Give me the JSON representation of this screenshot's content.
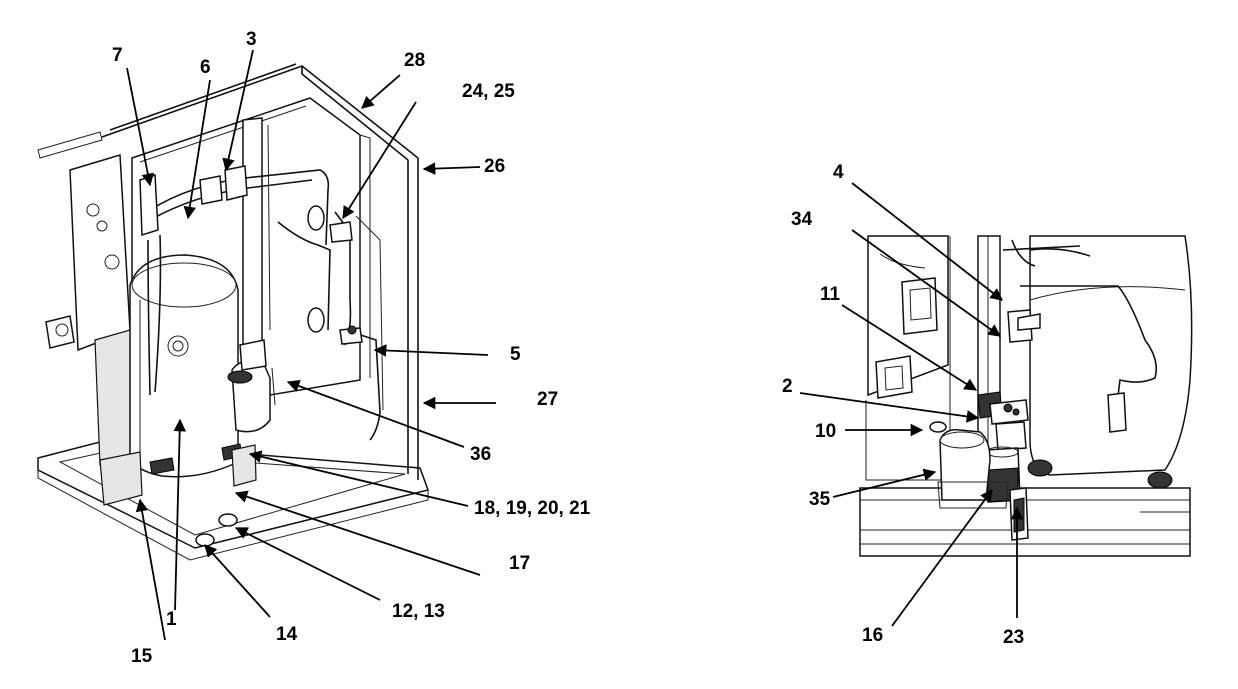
{
  "left_view": {
    "callouts": [
      "7",
      "6",
      "3",
      "28",
      "24, 25",
      "26",
      "5",
      "27",
      "36",
      "18, 19, 20, 21",
      "17",
      "12, 13",
      "14",
      "1",
      "15"
    ]
  },
  "right_view": {
    "callouts": [
      "4",
      "34",
      "11",
      "2",
      "10",
      "35",
      "16",
      "23"
    ]
  }
}
